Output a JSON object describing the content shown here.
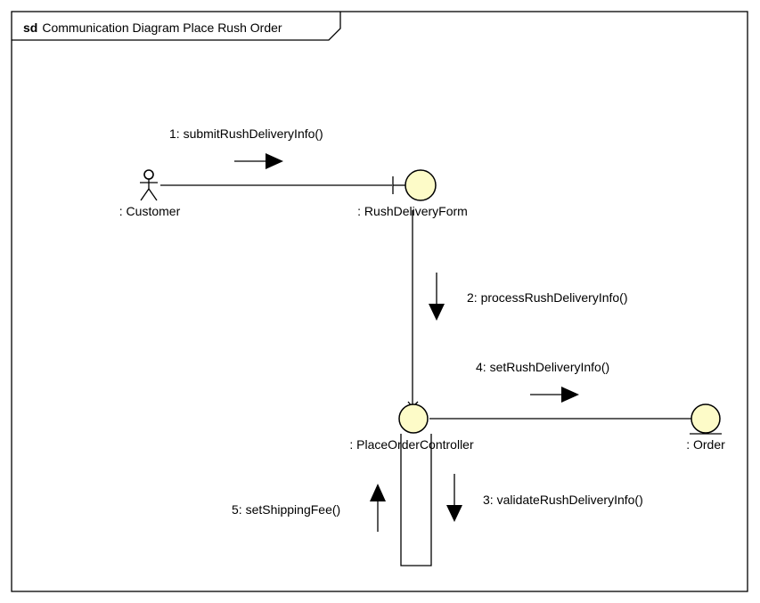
{
  "frame": {
    "keyword": "sd",
    "title": "Communication Diagram Place Rush Order"
  },
  "lifelines": {
    "customer": ": Customer",
    "form": ": RushDeliveryForm",
    "controller": ": PlaceOrderController",
    "order": ": Order"
  },
  "messages": {
    "m1": "1: submitRushDeliveryInfo()",
    "m2": "2: processRushDeliveryInfo()",
    "m3": "3: validateRushDeliveryInfo()",
    "m4": "4: setRushDeliveryInfo()",
    "m5": "5: setShippingFee()"
  },
  "colors": {
    "object_fill": "#fdfbc8",
    "stroke": "#000000"
  }
}
